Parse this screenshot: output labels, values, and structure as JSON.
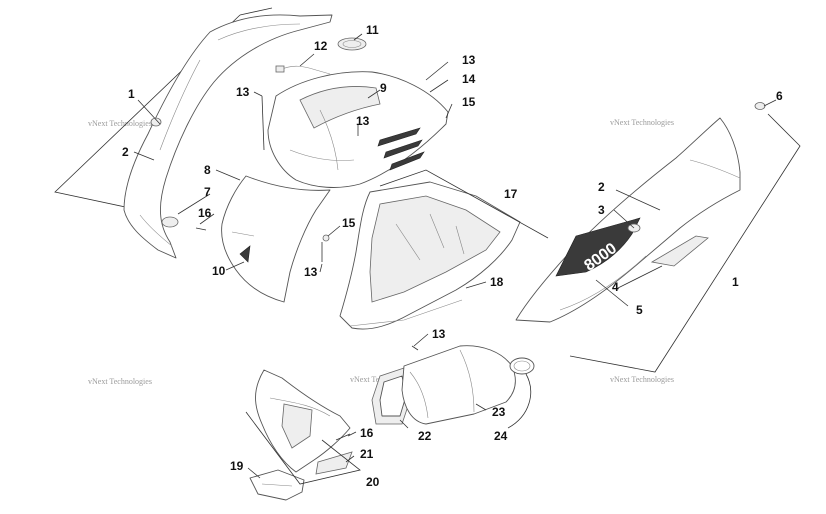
{
  "watermark": "vNext Technologies",
  "decal_text": "8000",
  "callouts": {
    "c1_left": "1",
    "c2_left": "2",
    "c7": "7",
    "c16_left": "16",
    "c10": "10",
    "c8": "8",
    "c13_a": "13",
    "c12": "12",
    "c11": "11",
    "c9": "9",
    "c13_b": "13",
    "c13_top": "13",
    "c14": "14",
    "c15_top": "15",
    "c15_mid": "15",
    "c13_mid": "13",
    "c17": "17",
    "c18": "18",
    "c13_low": "13",
    "c6": "6",
    "c2_right": "2",
    "c3": "3",
    "c4": "4",
    "c5": "5",
    "c1_right": "1",
    "c16_low": "16",
    "c21": "21",
    "c19": "19",
    "c20": "20",
    "c22": "22",
    "c23": "23",
    "c24": "24"
  }
}
